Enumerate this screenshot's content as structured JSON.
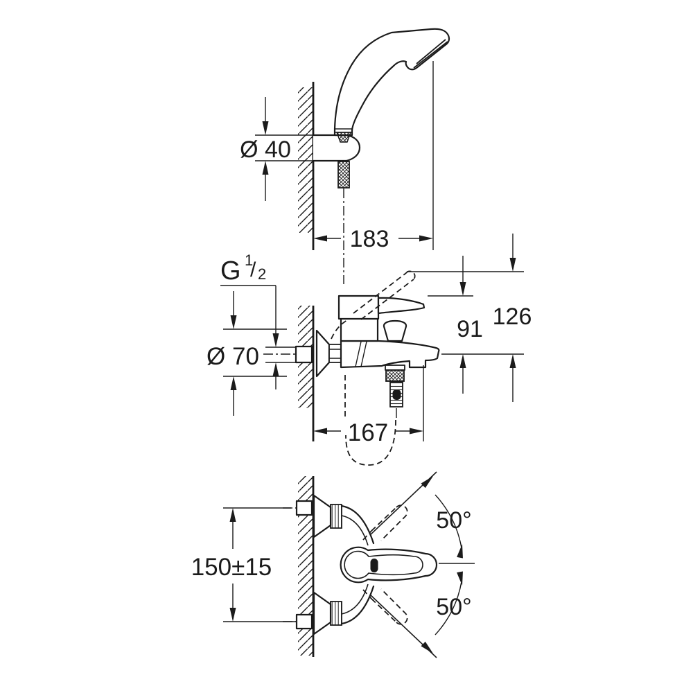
{
  "colors": {
    "ink": "#1b1b1b",
    "paper": "#ffffff"
  },
  "views": {
    "hand_shower": {
      "labels": {
        "holder_diameter": "Ø 40",
        "wall_to_head": "183"
      }
    },
    "mixer_side": {
      "labels": {
        "thread_letter": "G",
        "thread_numerator": "1",
        "thread_slash": "/",
        "thread_denominator": "2",
        "escutcheon_diameter": "Ø 70",
        "height_to_spout": "91",
        "height_lever_raised": "126",
        "reach": "167"
      }
    },
    "mixer_top": {
      "labels": {
        "connection_distance": "150±15",
        "swing_angle_upper": "50°",
        "swing_angle_lower": "50°"
      }
    }
  }
}
